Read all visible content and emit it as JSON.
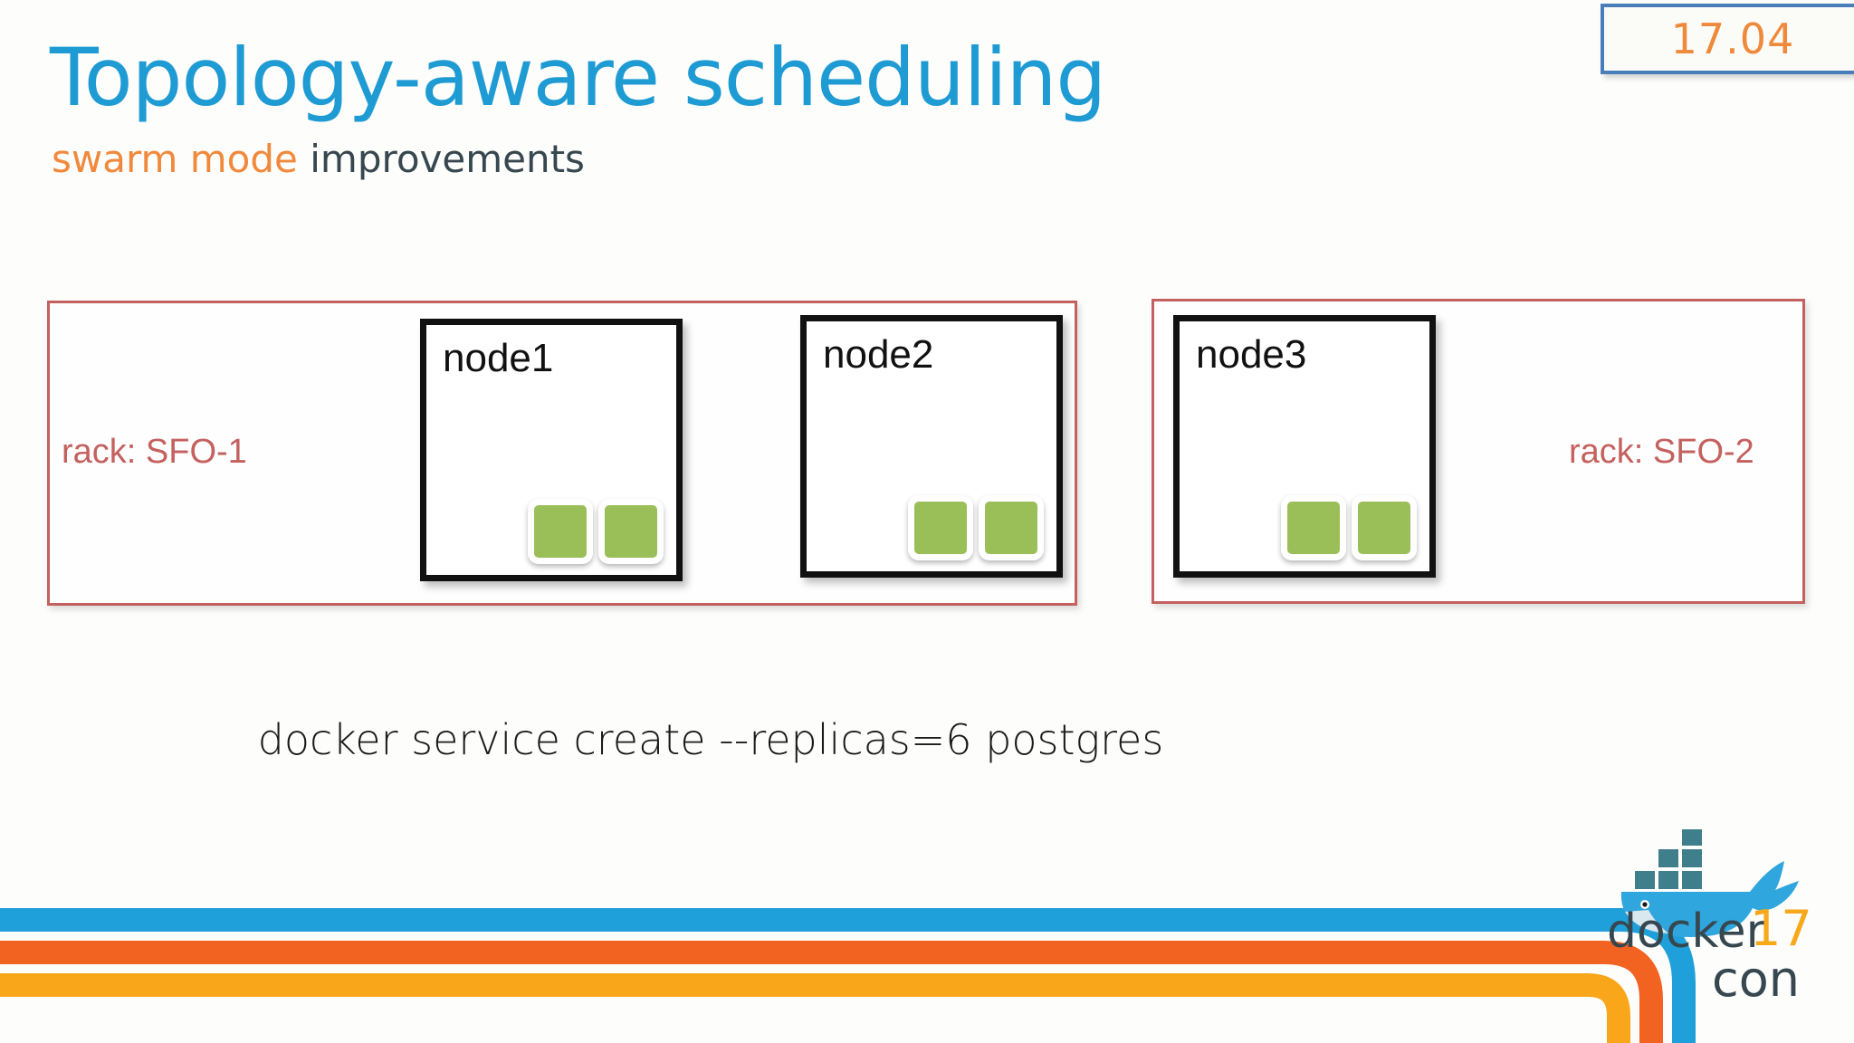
{
  "slide": {
    "title": "Topology-aware scheduling",
    "subtitle_accent": "swarm mode",
    "subtitle_plain": "improvements",
    "version_badge": "17.04",
    "command": "docker service create --replicas=6 postgres"
  },
  "colors": {
    "title_blue": "#1f9bd4",
    "accent_orange": "#f1893c",
    "subtitle_dark": "#37474f",
    "rack_red": "#c4615f",
    "node_black": "#111111",
    "task_green": "#9bbf58",
    "badge_border_blue": "#4a7ebb",
    "badge_text_orange": "#ef8a3c",
    "stripe_blue": "#1fa0da",
    "stripe_orange": "#f26322",
    "stripe_amber": "#faa61a",
    "logo_dark": "#37474f",
    "logo_amber": "#f7a81b",
    "whale_blue": "#2fa6dd"
  },
  "diagram": {
    "racks": [
      {
        "label": "rack: SFO-1",
        "nodes": [
          "node1",
          "node2"
        ]
      },
      {
        "label": "rack: SFO-2",
        "nodes": [
          "node3"
        ]
      }
    ],
    "nodes": [
      {
        "name": "node1",
        "tasks": 2
      },
      {
        "name": "node2",
        "tasks": 2
      },
      {
        "name": "node3",
        "tasks": 2
      }
    ],
    "total_tasks": 6
  },
  "branding": {
    "logo_docker": "docker",
    "logo_17": "17",
    "logo_con": "con",
    "icon": "docker-whale-icon"
  }
}
